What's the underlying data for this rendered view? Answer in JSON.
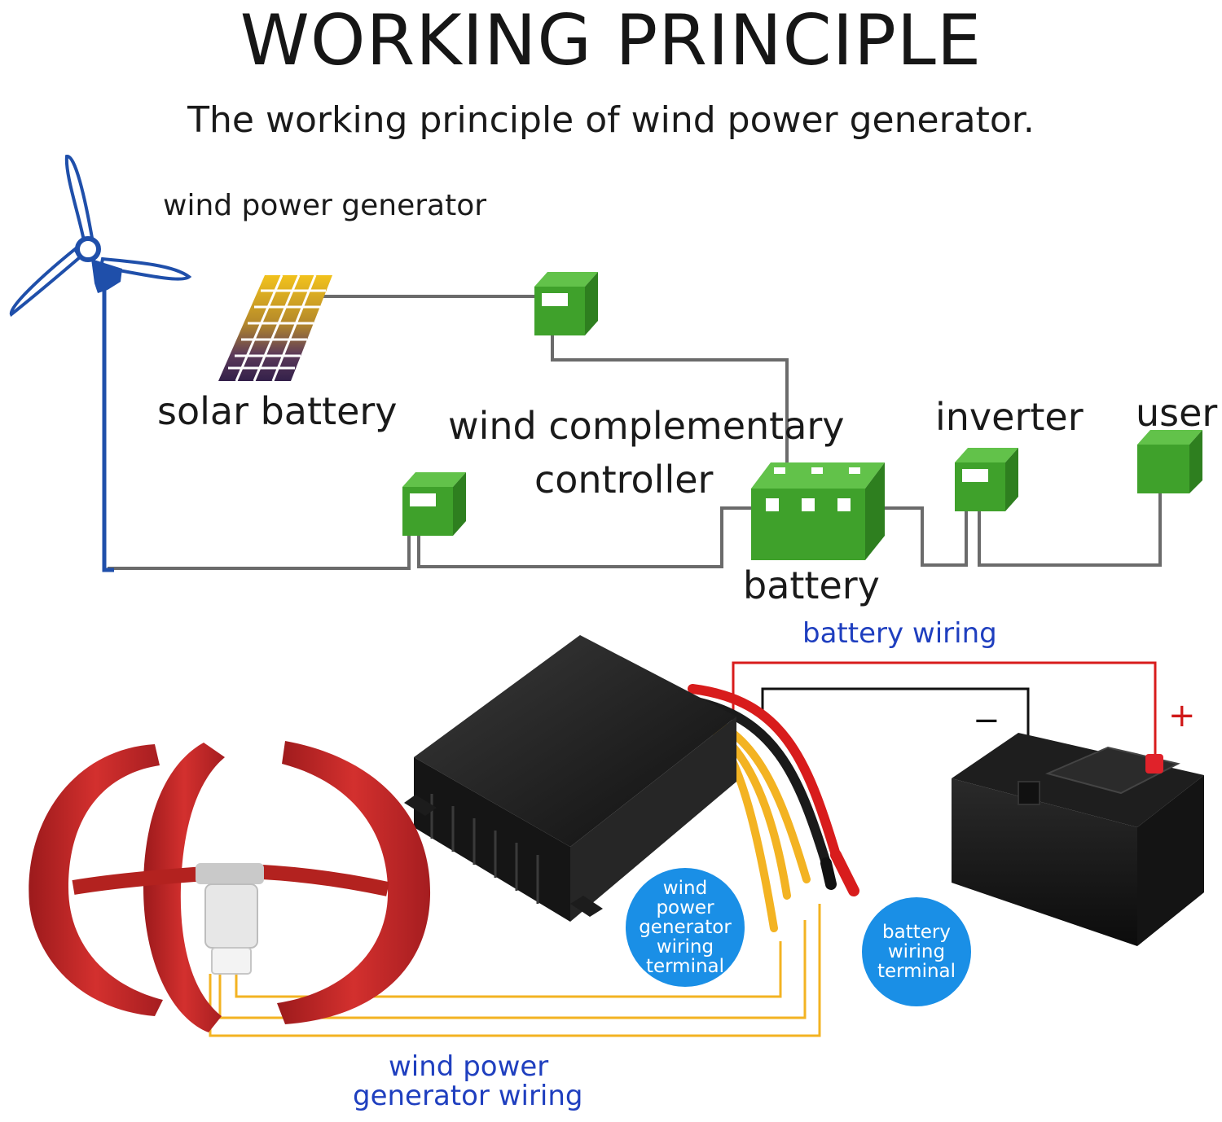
{
  "title": "WORKING PRINCIPLE",
  "subtitle": "The working principle of wind power generator.",
  "schematic": {
    "wind_power_generator_label": "wind power generator",
    "solar_battery_label": "solar battery",
    "controller_label_line1": "wind complementary",
    "controller_label_line2": "controller",
    "inverter_label": "inverter",
    "user_label": "user",
    "battery_label": "battery"
  },
  "photo_diagram": {
    "battery_wiring_label": "battery wiring",
    "wind_power_generator_wiring_line1": "wind power",
    "wind_power_generator_wiring_line2": "generator wiring",
    "wpg_terminal_bubble": [
      "wind",
      "power",
      "generator",
      "wiring",
      "terminal"
    ],
    "battery_terminal_bubble": [
      "battery",
      "wiring",
      "terminal"
    ],
    "minus_sign": "−",
    "plus_sign": "+"
  },
  "colors": {
    "box_green": "#3fa12b",
    "wire_gray": "#6b6b6b",
    "turbine_blue": "#1f4faa",
    "label_blue": "#1f3fbf",
    "bubble_blue": "#1a8fe6",
    "wire_red": "#d81c1c",
    "wire_yellow": "#f3b322",
    "turbine_red": "#c8262a"
  }
}
